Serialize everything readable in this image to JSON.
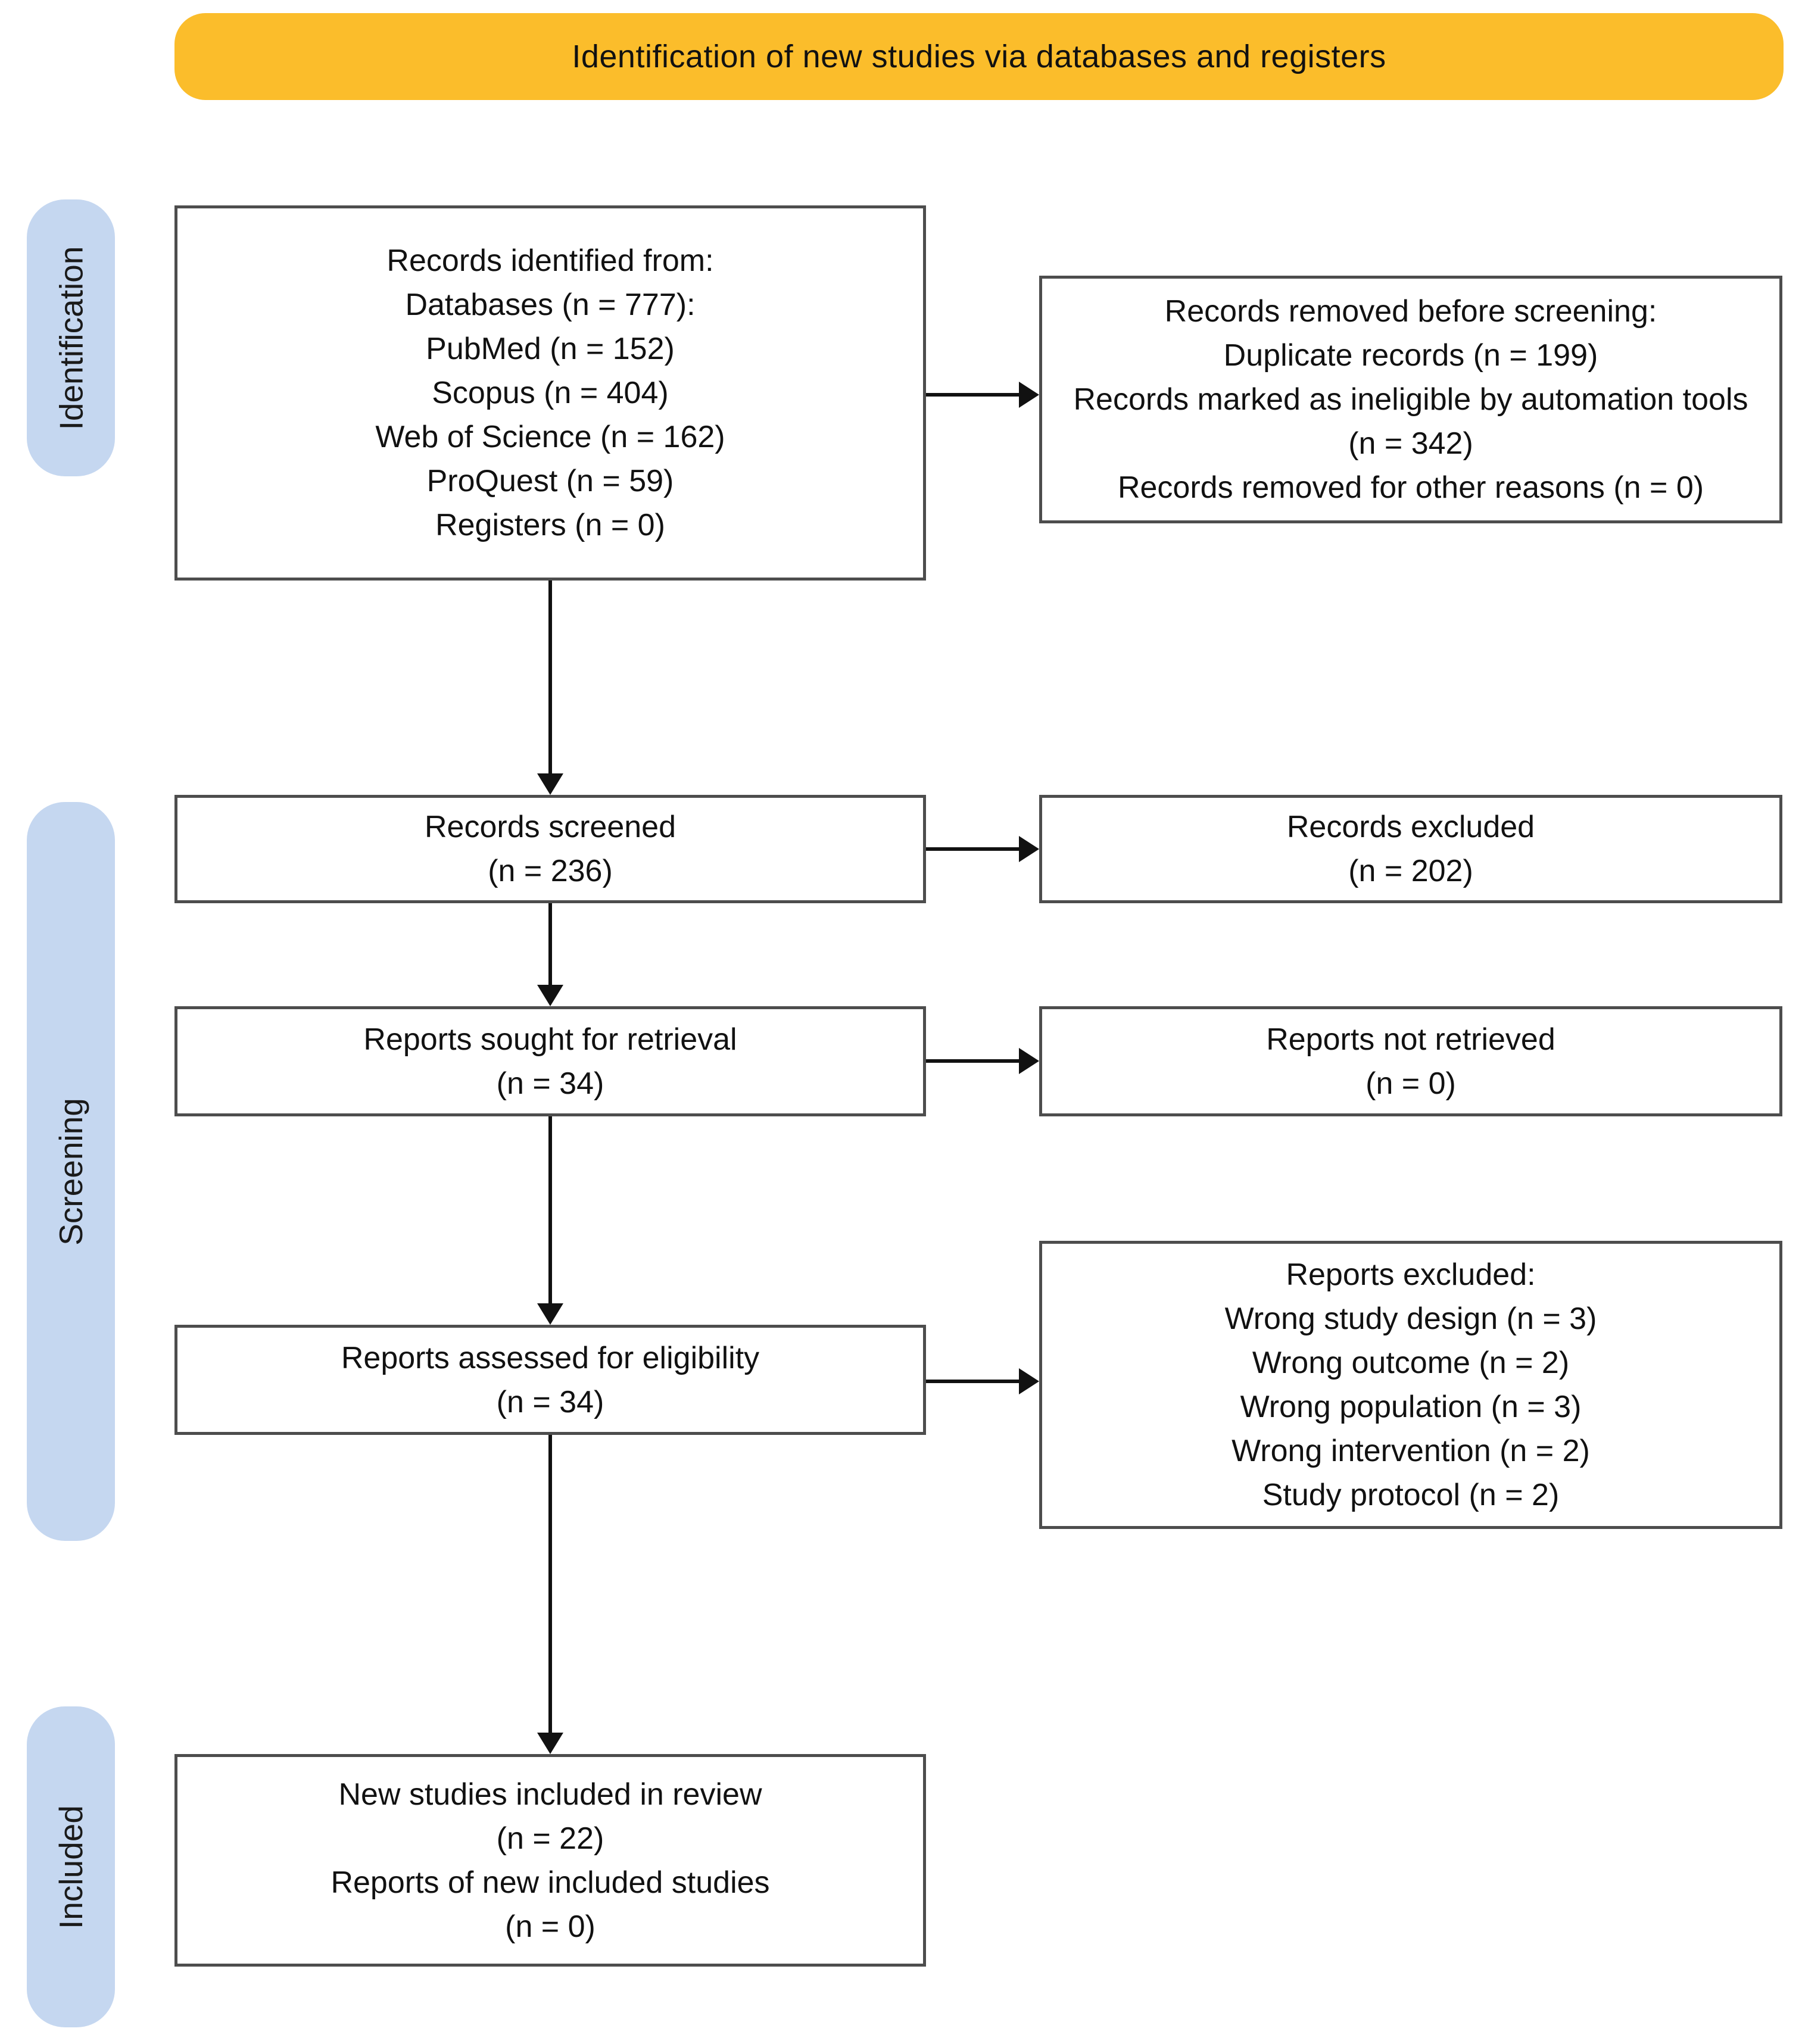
{
  "banner": {
    "label": "Identification of new studies via databases and registers"
  },
  "stages": {
    "identification": "Identification",
    "screening": "Screening",
    "included": "Included"
  },
  "boxes": {
    "records_identified": [
      "Records identified from:",
      "Databases (n = 777):",
      "PubMed (n = 152)",
      "Scopus (n = 404)",
      "Web of Science (n = 162)",
      "ProQuest (n = 59)",
      "Registers (n = 0)"
    ],
    "records_removed": [
      "Records removed before screening:",
      "Duplicate records (n = 199)",
      "Records marked as ineligible by automation tools (n = 342)",
      "Records removed for other reasons (n = 0)"
    ],
    "records_screened": [
      "Records screened",
      "(n = 236)"
    ],
    "records_excluded": [
      "Records excluded",
      "(n = 202)"
    ],
    "reports_sought": [
      "Reports sought for retrieval",
      "(n = 34)"
    ],
    "reports_not_retrieved": [
      "Reports not retrieved",
      "(n = 0)"
    ],
    "reports_assessed": [
      "Reports assessed for eligibility",
      "(n = 34)"
    ],
    "reports_excluded": [
      "Reports excluded:",
      "Wrong study design (n = 3)",
      "Wrong outcome (n = 2)",
      "Wrong population (n = 3)",
      "Wrong intervention (n = 2)",
      "Study protocol (n = 2)"
    ],
    "new_studies_included": [
      "New studies included in review",
      "(n = 22)",
      "Reports of new included studies",
      "(n = 0)"
    ]
  },
  "colors": {
    "banner_bg": "#FBBD2B",
    "stage_band_bg": "#C5D7F0",
    "box_border": "#4D4D4D",
    "arrow": "#111111"
  }
}
